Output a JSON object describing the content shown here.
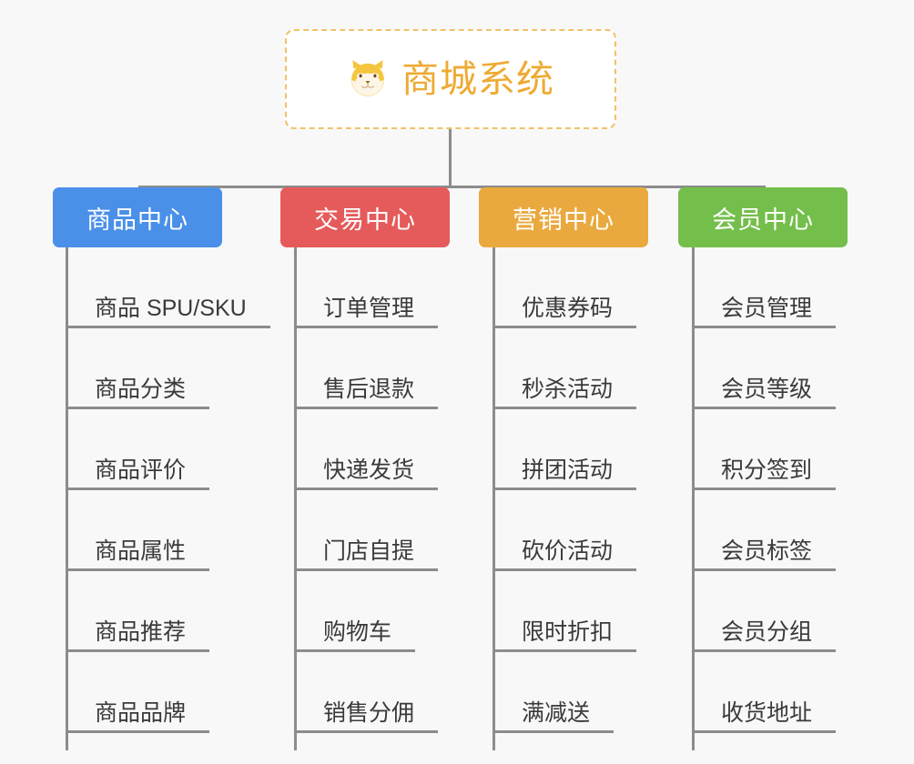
{
  "page": {
    "background_color": "#f8f8f8",
    "line_color": "#8c8c8c"
  },
  "root": {
    "title": "商城系统",
    "icon": "shiba-dog-face-icon",
    "border_color": "#f0c268",
    "text_color": "#eeaa33",
    "background_color": "#ffffff"
  },
  "branches": [
    {
      "label": "商品中心",
      "color": "#4a90e8",
      "items": [
        "商品 SPU/SKU",
        "商品分类",
        "商品评价",
        "商品属性",
        "商品推荐",
        "商品品牌"
      ]
    },
    {
      "label": "交易中心",
      "color": "#e55b5b",
      "items": [
        "订单管理",
        "售后退款",
        "快递发货",
        "门店自提",
        "购物车",
        "销售分佣"
      ]
    },
    {
      "label": "营销中心",
      "color": "#eaa93e",
      "items": [
        "优惠券码",
        "秒杀活动",
        "拼团活动",
        "砍价活动",
        "限时折扣",
        "满减送"
      ]
    },
    {
      "label": "会员中心",
      "color": "#74bf4b",
      "items": [
        "会员管理",
        "会员等级",
        "积分签到",
        "会员标签",
        "会员分组",
        "收货地址"
      ]
    }
  ]
}
